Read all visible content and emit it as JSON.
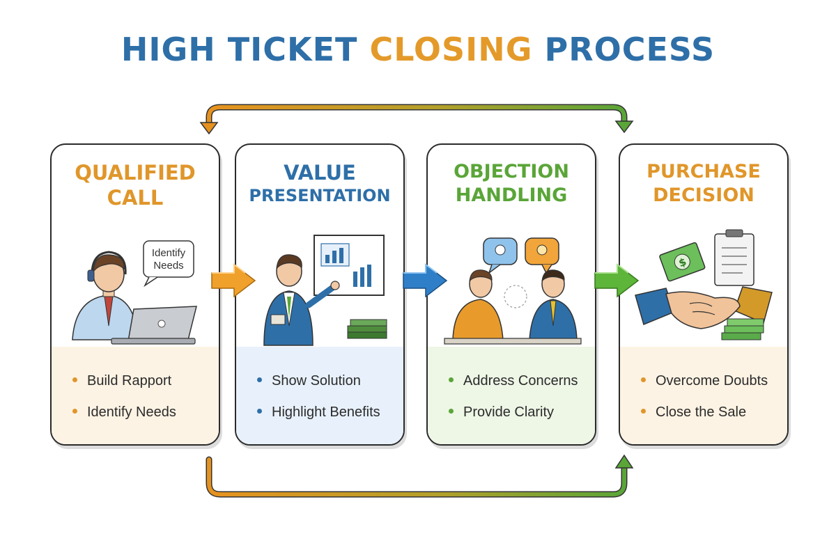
{
  "title": {
    "part1": "HIGH TICKET ",
    "part2": "CLOSING",
    "part3": " PROCESS",
    "color_main": "#2e6fa8",
    "color_accent": "#e49a2a"
  },
  "stages": [
    {
      "title_line1": "QUALIFIED",
      "title_line2": "CALL",
      "color": "#e0962a",
      "bg": "#fdf3e4",
      "illustration": "salesperson-with-headset-and-laptop",
      "speech_bubble": {
        "line1": "Identify",
        "line2": "Needs"
      },
      "bullets": [
        "Build Rapport",
        "Identify Needs"
      ]
    },
    {
      "title_line1": "VALUE",
      "title_line2": "PRESENTATION",
      "color": "#2e6fa8",
      "bg": "#e8f1fb",
      "illustration": "presenter-at-chart-board",
      "bullets": [
        "Show Solution",
        "Highlight Benefits"
      ]
    },
    {
      "title_line1": "OBJECTION",
      "title_line2": "HANDLING",
      "color": "#5aa538",
      "bg": "#eef6e6",
      "illustration": "two-people-discussing-with-lightbulb-bubbles",
      "bullets": [
        "Address Concerns",
        "Provide Clarity"
      ]
    },
    {
      "title_line1": "PURCHASE",
      "title_line2": "DECISION",
      "color": "#e0962a",
      "bg": "#fdf3e4",
      "illustration": "handshake-with-contract-and-money",
      "bullets": [
        "Overcome Doubts",
        "Close the Sale"
      ]
    }
  ],
  "connectors": [
    {
      "from": "QUALIFIED CALL",
      "to": "VALUE PRESENTATION",
      "color": "#f0a12b",
      "icon": "arrow-right-icon"
    },
    {
      "from": "VALUE PRESENTATION",
      "to": "OBJECTION HANDLING",
      "color": "#2f7fc8",
      "icon": "arrow-right-icon"
    },
    {
      "from": "OBJECTION HANDLING",
      "to": "PURCHASE DECISION",
      "color": "#5db53a",
      "icon": "arrow-right-icon"
    }
  ],
  "loop_arrows": {
    "colors": [
      "#e6921f",
      "#5aa538"
    ],
    "icons": [
      "top-loop-arrow-icon",
      "bottom-loop-arrow-icon"
    ]
  }
}
